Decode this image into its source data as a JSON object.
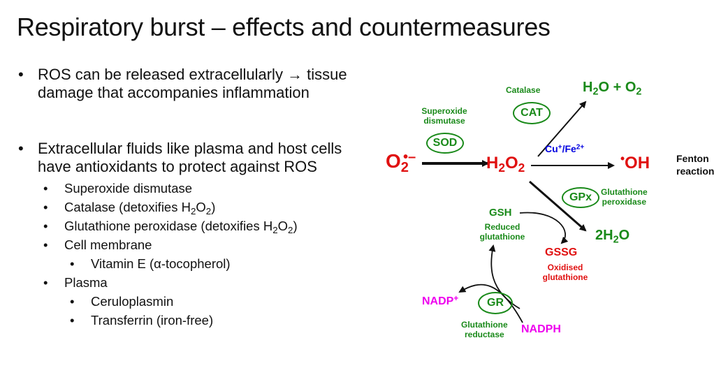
{
  "title": "Respiratory burst – effects and countermeasures",
  "bullets": {
    "ros_release": "ROS can be released extracellularly → tissue damage that accompanies inflammation",
    "antioxidants": "Extracellular fluids like plasma and host cells have antioxidants to protect against ROS",
    "sod": "Superoxide dismutase",
    "catalase_pre": "Catalase (detoxifies H",
    "catalase_sub1": "2",
    "catalase_mid": "O",
    "catalase_sub2": "2",
    "catalase_post": ")",
    "gpx_pre": "Glutathione peroxidase (detoxifies H",
    "gpx_sub1": "2",
    "gpx_mid": "O",
    "gpx_sub2": "2",
    "gpx_post": ")",
    "cell_membrane": "Cell membrane",
    "vitamin_e": "Vitamin E (α-tocopherol)",
    "plasma": "Plasma",
    "ceruloplasmin": "Ceruloplasmin",
    "transferrin": "Transferrin (iron-free)"
  },
  "diagram": {
    "superoxide": {
      "base": "O",
      "sub": "2",
      "sup": "•–"
    },
    "sod_label_1": "Superoxide",
    "sod_label_2": "dismutase",
    "sod_abbr": "SOD",
    "h2o2": {
      "a": "H",
      "s1": "2",
      "b": "O",
      "s2": "2"
    },
    "catalase_label": "Catalase",
    "cat_abbr": "CAT",
    "h2o_o2": {
      "a": "H",
      "s1": "2",
      "b": "O + O",
      "s2": "2"
    },
    "cu_fe": {
      "a": "Cu",
      "sup1": "+",
      "b": "/Fe",
      "sup2": "2+"
    },
    "oh": {
      "dot": "•",
      "text": "OH"
    },
    "fenton_1": "Fenton",
    "fenton_2": "reaction",
    "gpx_abbr": "GPx",
    "gpx_label_1": "Glutathione",
    "gpx_label_2": "peroxidase",
    "water": {
      "a": "2H",
      "s1": "2",
      "b": "O"
    },
    "gsh": "GSH",
    "gsh_label_1": "Reduced",
    "gsh_label_2": "glutathione",
    "gssg": "GSSG",
    "gssg_label_1": "Oxidised",
    "gssg_label_2": "glutathione",
    "nadp_plus": {
      "a": "NADP",
      "sup": "+"
    },
    "gr_abbr": "GR",
    "gr_label_1": "Glutathione",
    "gr_label_2": "reductase",
    "nadph": "NADPH",
    "colors": {
      "green": "#1a8a1a",
      "red": "#e01010",
      "magenta": "#ee00ee",
      "blue": "#0000e0",
      "black": "#111111"
    }
  }
}
